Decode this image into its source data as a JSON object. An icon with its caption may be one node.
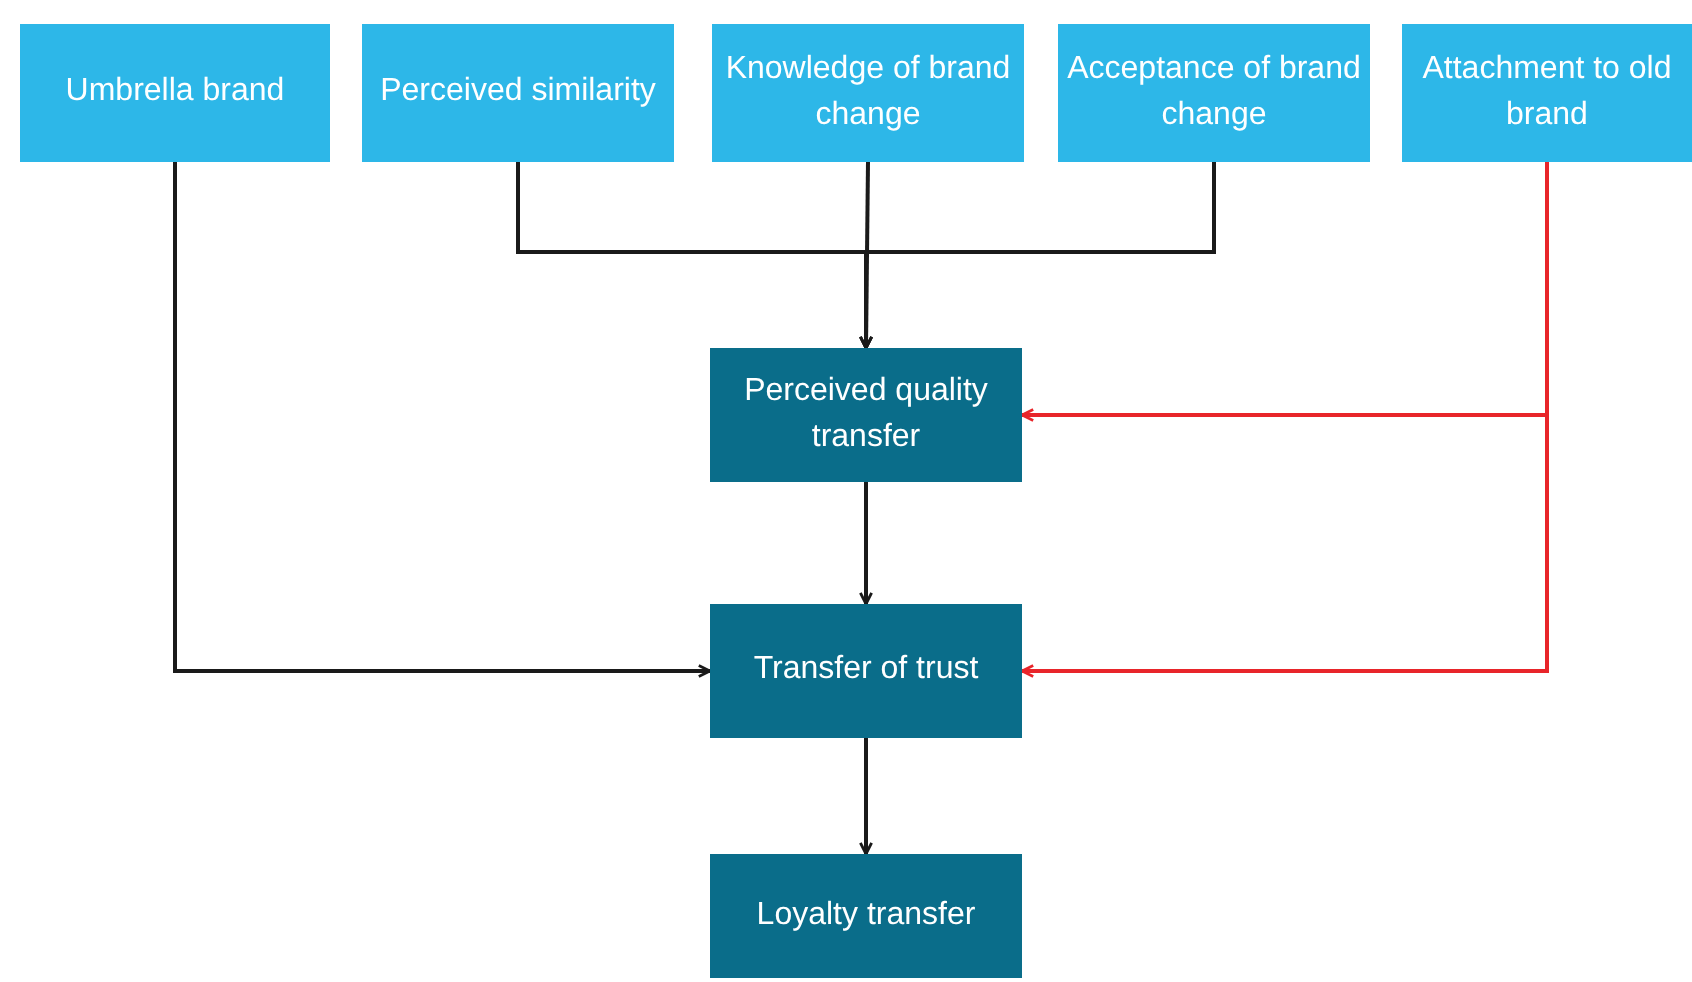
{
  "diagram": {
    "nodes": [
      {
        "text": [
          "Umbrella brand"
        ]
      },
      {
        "text": [
          "Perceived similarity"
        ]
      },
      {
        "text": [
          "Knowledge of brand change"
        ]
      },
      {
        "text": [
          "Acceptance of brand change"
        ]
      },
      {
        "text": [
          "Attachment to old brand"
        ]
      },
      {
        "text": [
          "Perceived quality transfer"
        ]
      },
      {
        "text": [
          "Transfer of trust"
        ]
      },
      {
        "text": [
          "Loyalty transfer"
        ]
      }
    ],
    "edges": [
      {
        "from": 1,
        "to": 5,
        "arrow": "to"
      },
      {
        "from": 2,
        "to": 5,
        "arrow": "to"
      },
      {
        "from": 3,
        "to": 5,
        "arrow": "to"
      },
      {
        "from": 4,
        "to": 5,
        "arrow": "to",
        "color": "#e8252a"
      },
      {
        "from": 4,
        "to": 6,
        "arrow": "to",
        "color": "#e8252a"
      },
      {
        "from": 0,
        "to": 6,
        "arrow": "to"
      },
      {
        "from": 5,
        "to": 6,
        "arrow": "to"
      },
      {
        "from": 6,
        "to": 7,
        "arrow": "to"
      }
    ]
  }
}
